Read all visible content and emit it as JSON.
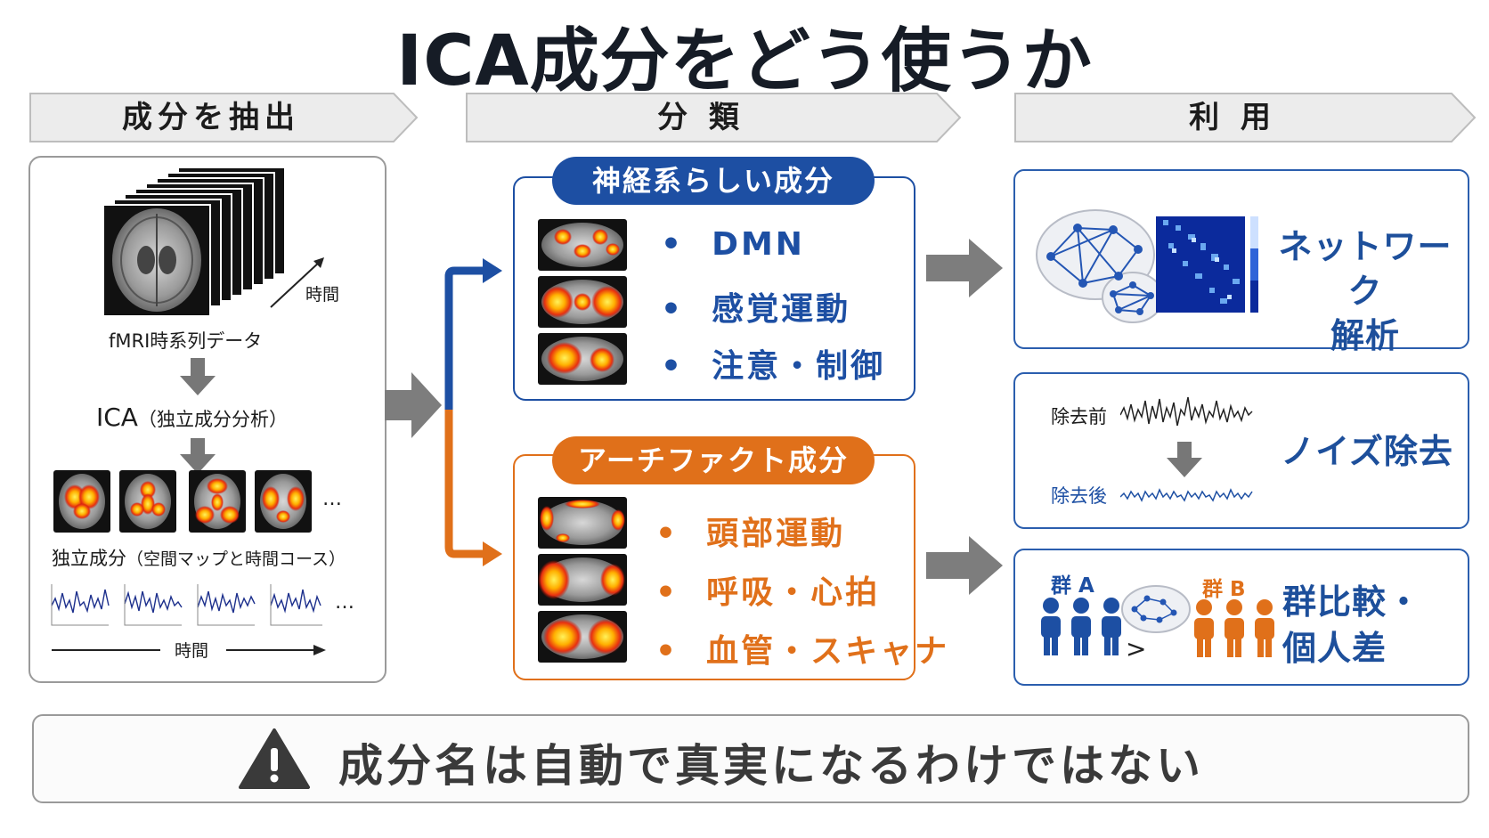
{
  "title": "ICA成分をどう使うか",
  "stages": [
    "成分を抽出",
    "分 類",
    "利 用"
  ],
  "extract": {
    "time_label": "時間",
    "fmri_label": "fMRI時系列データ",
    "ica_label": "ICA",
    "ica_sub": "（独立成分分析）",
    "components_label": "独立成分",
    "components_sub": "（空間マップと時間コース）",
    "ellipsis": "…",
    "time_axis_label": "時間"
  },
  "classify": {
    "neural": {
      "title": "神経系らしい成分",
      "color": "#1d4fa3",
      "items": [
        "DMN",
        "感覚運動",
        "注意・制御"
      ]
    },
    "artifact": {
      "title": "アーチファクト成分",
      "color": "#e0701a",
      "items": [
        "頭部運動",
        "呼吸・心拍",
        "血管・スキャナ"
      ]
    }
  },
  "use": {
    "network": {
      "label_line1": "ネットワーク",
      "label_line2": "解析"
    },
    "denoise": {
      "before": "除去前",
      "after": "除去後",
      "label": "ノイズ除去"
    },
    "group": {
      "group_a": "群 A",
      "group_b": "群 B",
      "comparator": ">",
      "label_line1": "群比較・",
      "label_line2": "個人差"
    }
  },
  "warning": {
    "text": "成分名は自動で真実になるわけではない",
    "icon": "warning-triangle-icon"
  }
}
